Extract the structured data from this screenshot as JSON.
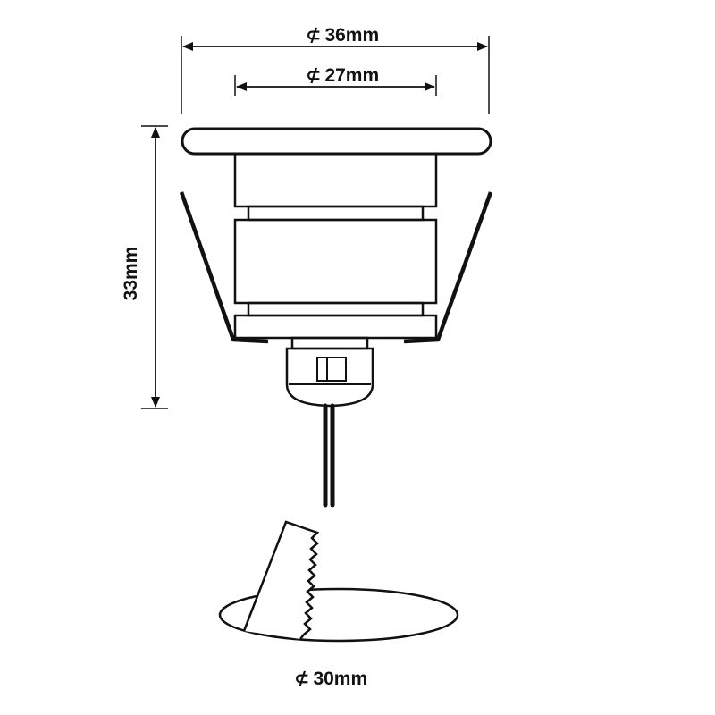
{
  "dimensions": {
    "outer_diameter": "36mm",
    "inner_diameter": "27mm",
    "height": "33mm",
    "cutout_diameter": "30mm"
  },
  "diameter_symbol": "⊄",
  "colors": {
    "line": "#111111",
    "background": "#ffffff"
  }
}
